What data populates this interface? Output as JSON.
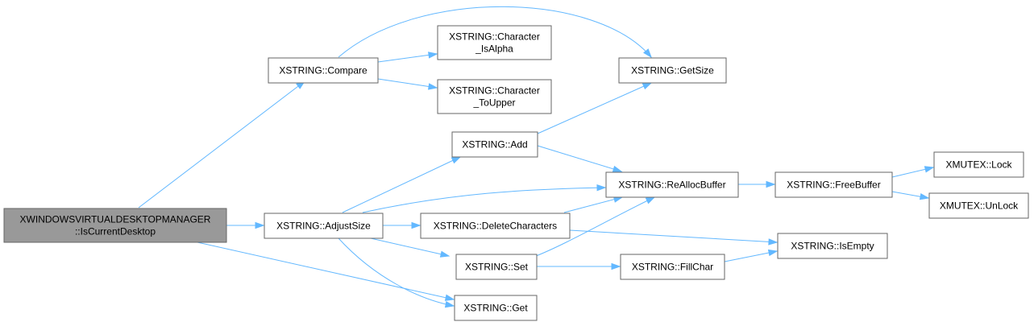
{
  "graph": {
    "nodes": [
      {
        "id": "root",
        "lines": [
          "XWINDOWSVIRTUALDESKTOPMANAGER",
          "::IsCurrentDesktop"
        ],
        "highlighted": true
      },
      {
        "id": "compare",
        "lines": [
          "XSTRING::Compare"
        ]
      },
      {
        "id": "isalpha",
        "lines": [
          "XSTRING::Character",
          "_IsAlpha"
        ]
      },
      {
        "id": "toupper",
        "lines": [
          "XSTRING::Character",
          "_ToUpper"
        ]
      },
      {
        "id": "getsize",
        "lines": [
          "XSTRING::GetSize"
        ]
      },
      {
        "id": "add",
        "lines": [
          "XSTRING::Add"
        ]
      },
      {
        "id": "adjustsize",
        "lines": [
          "XSTRING::AdjustSize"
        ]
      },
      {
        "id": "realloc",
        "lines": [
          "XSTRING::ReAllocBuffer"
        ]
      },
      {
        "id": "freebuffer",
        "lines": [
          "XSTRING::FreeBuffer"
        ]
      },
      {
        "id": "lock",
        "lines": [
          "XMUTEX::Lock"
        ]
      },
      {
        "id": "unlock",
        "lines": [
          "XMUTEX::UnLock"
        ]
      },
      {
        "id": "deletechars",
        "lines": [
          "XSTRING::DeleteCharacters"
        ]
      },
      {
        "id": "isempty",
        "lines": [
          "XSTRING::IsEmpty"
        ]
      },
      {
        "id": "set",
        "lines": [
          "XSTRING::Set"
        ]
      },
      {
        "id": "fillchar",
        "lines": [
          "XSTRING::FillChar"
        ]
      },
      {
        "id": "get",
        "lines": [
          "XSTRING::Get"
        ]
      }
    ],
    "edges": [
      [
        "root",
        "compare"
      ],
      [
        "root",
        "adjustsize"
      ],
      [
        "root",
        "get"
      ],
      [
        "compare",
        "getsize"
      ],
      [
        "compare",
        "isalpha"
      ],
      [
        "compare",
        "toupper"
      ],
      [
        "add",
        "getsize"
      ],
      [
        "add",
        "realloc"
      ],
      [
        "adjustsize",
        "add"
      ],
      [
        "adjustsize",
        "realloc"
      ],
      [
        "adjustsize",
        "deletechars"
      ],
      [
        "adjustsize",
        "set"
      ],
      [
        "adjustsize",
        "get"
      ],
      [
        "deletechars",
        "realloc"
      ],
      [
        "deletechars",
        "isempty"
      ],
      [
        "set",
        "realloc"
      ],
      [
        "set",
        "fillchar"
      ],
      [
        "fillchar",
        "isempty"
      ],
      [
        "realloc",
        "freebuffer"
      ],
      [
        "freebuffer",
        "lock"
      ],
      [
        "freebuffer",
        "unlock"
      ]
    ],
    "colors": {
      "edge": "#63b8ff",
      "node_border": "#666666",
      "root_fill": "#999999",
      "node_fill": "#ffffff"
    }
  }
}
